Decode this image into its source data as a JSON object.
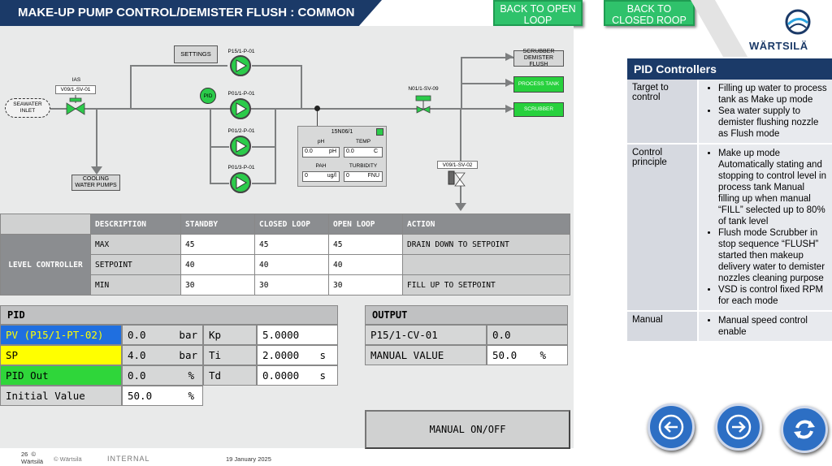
{
  "header": {
    "title": "MAKE-UP PUMP CONTROL/DEMISTER FLUSH : COMMON",
    "back_open": "BACK TO OPEN LOOP",
    "back_closed": "BACK TO CLOSED ROOP",
    "logo_text": "WÄRTSILÄ"
  },
  "diagram": {
    "settings": "SETTINGS",
    "seawater": "SEAWATER INLET",
    "ias_label": "IAS",
    "valve_sv01": "V09/1-SV-01",
    "cooling": "COOLING WATER PUMPS",
    "pump_p15": "P15/1-P-01",
    "pump_p01": "P01/1-P-01",
    "pump_p01_2": "P01/2-P-01",
    "pump_p01_3": "P01/3-P-01",
    "pid_badge": "PID",
    "scrubber_demister": "SCRUBBER DEMISTER FLUSH",
    "process_tank": "PROCESS TANK",
    "scrubber": "SCRUBBER",
    "valve_n01": "N01/1-SV-09",
    "valve_sv02": "V09/1-SV-02",
    "analyzer": {
      "title": "15N06/1",
      "ph_label": "pH",
      "ph_value": "0.0",
      "ph_unit": "pH",
      "temp_label": "TEMP",
      "temp_value": "0.0",
      "temp_unit": "C",
      "pah_label": "PAH",
      "pah_value": "0",
      "pah_unit": "ug/l",
      "turb_label": "TURBIDITY",
      "turb_value": "0",
      "turb_unit": "FNU"
    }
  },
  "level_table": {
    "headers": [
      "DESCRIPTION",
      "STANDBY",
      "CLOSED LOOP",
      "OPEN LOOP",
      "ACTION"
    ],
    "side_label": "LEVEL CONTROLLER",
    "rows": [
      {
        "desc": "MAX",
        "standby": "45",
        "closed": "45",
        "open": "45",
        "action": "DRAIN DOWN TO SETPOINT"
      },
      {
        "desc": "SETPOINT",
        "standby": "40",
        "closed": "40",
        "open": "40",
        "action": ""
      },
      {
        "desc": "MIN",
        "standby": "30",
        "closed": "30",
        "open": "30",
        "action": "FILL UP TO SETPOINT"
      }
    ]
  },
  "pid": {
    "title": "PID",
    "pv_label": "PV (P15/1-PT-02)",
    "pv_value": "0.0",
    "pv_unit": "bar",
    "sp_label": "SP",
    "sp_value": "4.0",
    "sp_unit": "bar",
    "out_label": "PID Out",
    "out_value": "0.0",
    "out_unit": "%",
    "init_label": "Initial Value",
    "init_value": "50.0",
    "init_unit": "%",
    "kp_label": "Kp",
    "kp_value": "5.0000",
    "ti_label": "Ti",
    "ti_value": "2.0000",
    "ti_unit": "s",
    "td_label": "Td",
    "td_value": "0.0000",
    "td_unit": "s",
    "colors": {
      "pv": "#1f6fe0",
      "sp": "#ffff00",
      "out": "#2fd63a"
    }
  },
  "output": {
    "title": "OUTPUT",
    "cv_label": "P15/1-CV-01",
    "cv_value": "0.0",
    "manual_label": "MANUAL VALUE",
    "manual_value": "50.0",
    "manual_unit": "%",
    "manual_button": "MANUAL ON/OFF"
  },
  "right_panel": {
    "title": "PID Controllers",
    "rows": [
      {
        "label": "Target to control",
        "items": [
          "Filling up water to process tank as Make up mode",
          "Sea water supply to demister flushing nozzle as Flush mode"
        ]
      },
      {
        "label": "Control principle",
        "items": [
          "Make up mode Automatically stating and stopping to control level in process tank Manual filling up when manual “FILL” selected up to 80% of tank level",
          "Flush mode Scrubber in stop sequence “FLUSH” started then makeup delivery water to demister nozzles cleaning purpose",
          "VSD is control fixed RPM for each mode"
        ]
      },
      {
        "label": "Manual",
        "items": [
          "Manual speed control enable"
        ]
      }
    ]
  },
  "footer": {
    "page": "26",
    "copyright": "©",
    "company": "Wärtsilä",
    "copy2": "© Wärtsilä",
    "internal": "INTERNAL",
    "date": "19 January 2025"
  },
  "icons": [
    "back-arrow-icon",
    "forward-arrow-icon",
    "refresh-icon",
    "pump-icon",
    "valve-icon",
    "wartsila-logo-icon"
  ]
}
